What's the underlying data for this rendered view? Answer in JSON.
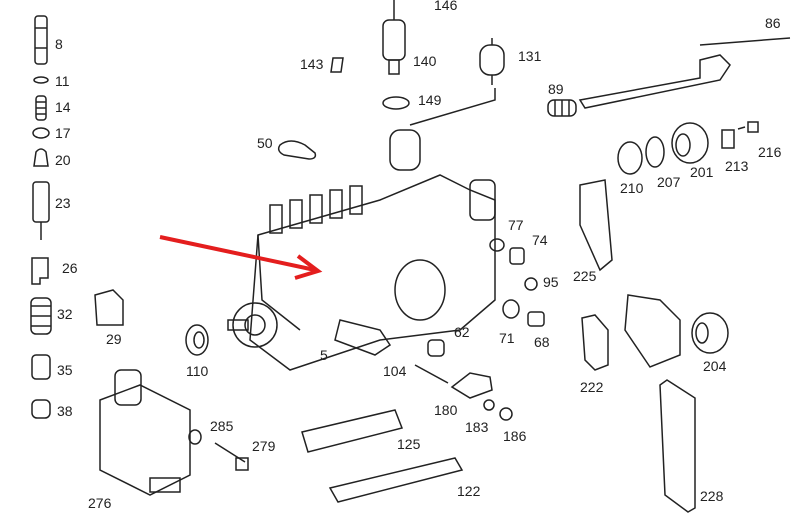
{
  "diagram": {
    "title": "Injection pump exploded parts diagram",
    "arrow_color": "#e41e1e",
    "line_color": "#222222",
    "part_numbers": [
      "146",
      "86",
      "8",
      "143",
      "140",
      "131",
      "11",
      "149",
      "89",
      "14",
      "17",
      "50",
      "20",
      "210",
      "207",
      "201",
      "213",
      "216",
      "23",
      "77",
      "74",
      "26",
      "95",
      "225",
      "32",
      "29",
      "62",
      "71",
      "68",
      "222",
      "204",
      "35",
      "110",
      "5",
      "104",
      "38",
      "180",
      "285",
      "183",
      "186",
      "125",
      "279",
      "228",
      "276",
      "122"
    ]
  }
}
